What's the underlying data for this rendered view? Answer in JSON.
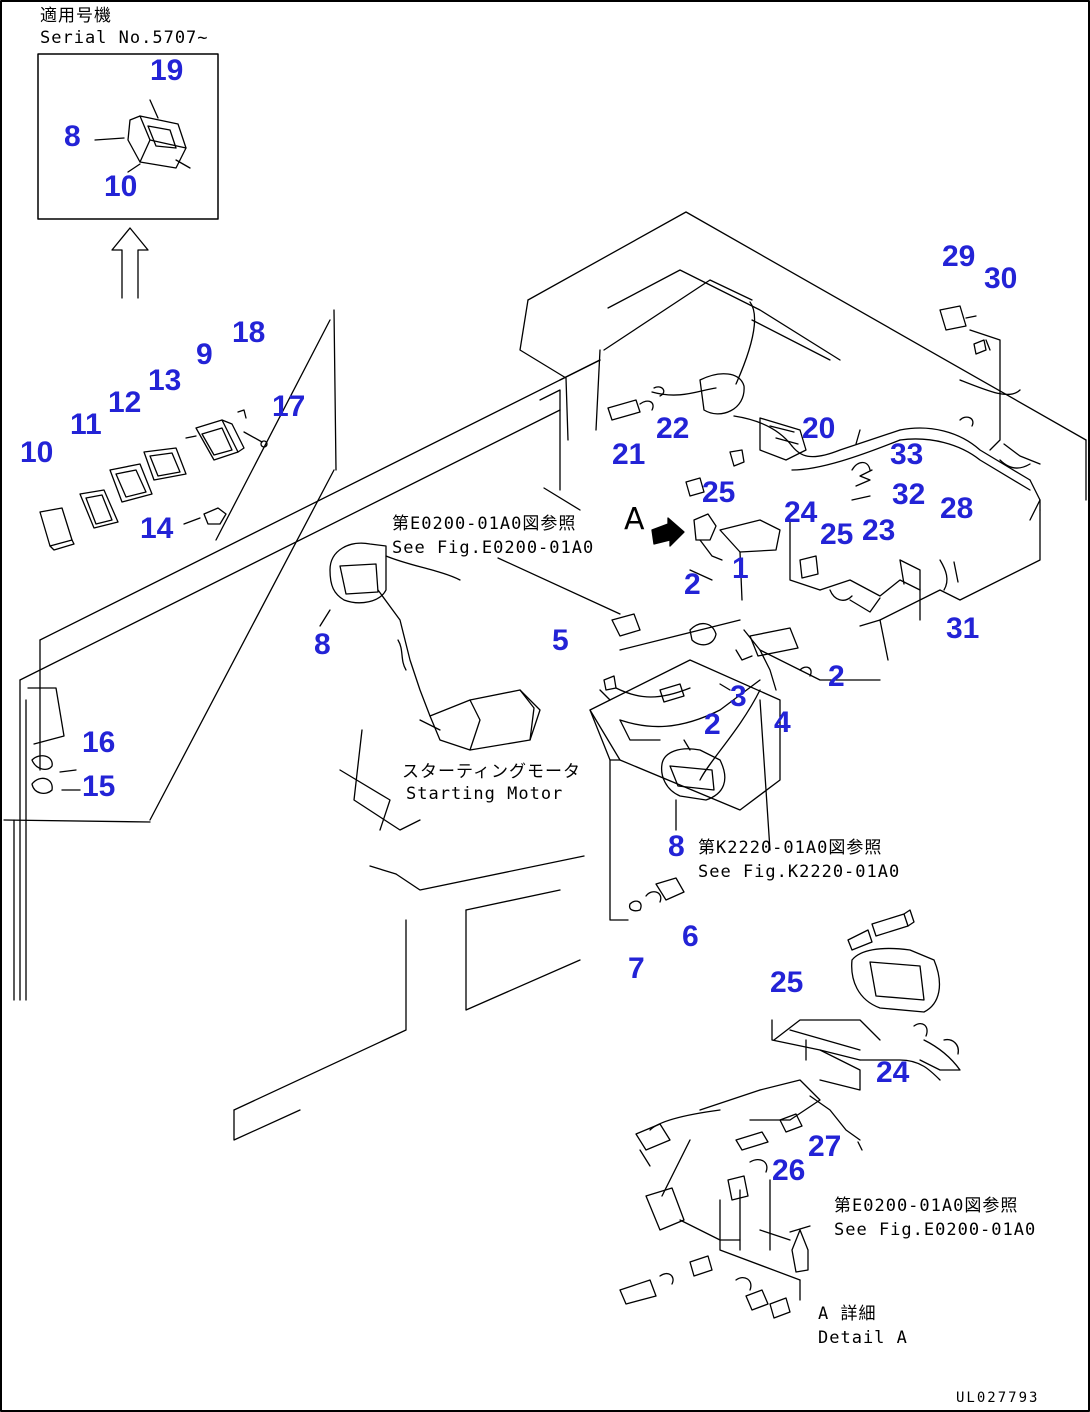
{
  "inset": {
    "header_jp": "適用号機",
    "header_en": "Serial No.5707~"
  },
  "callouts": {
    "c19_inset": "19",
    "c8_inset": "8",
    "c10_inset": "10",
    "c9": "9",
    "c18": "18",
    "c17": "17",
    "c13": "13",
    "c12": "12",
    "c11": "11",
    "c10": "10",
    "c14": "14",
    "c16": "16",
    "c15": "15",
    "c8_left": "8",
    "c5": "5",
    "c3": "3",
    "c4": "4",
    "c2_a": "2",
    "c2_b": "2",
    "c2_c": "2",
    "c1": "1",
    "c21": "21",
    "c22": "22",
    "c25_a": "25",
    "c20": "20",
    "c33": "33",
    "c32": "32",
    "c28": "28",
    "c24_a": "24",
    "c25_b": "25",
    "c23": "23",
    "c31": "31",
    "c29": "29",
    "c30": "30",
    "c8_center": "8",
    "c6": "6",
    "c7": "7",
    "c25_c": "25",
    "c24_b": "24",
    "c27": "27",
    "c26": "26"
  },
  "notes": {
    "ref_e0200_top": {
      "jp": "第E0200-01A0図参照",
      "en": "See Fig.E0200-01A0"
    },
    "starting_motor": {
      "jp": "スターティングモータ",
      "en": "Starting Motor"
    },
    "ref_k2220": {
      "jp": "第K2220-01A0図参照",
      "en": "See Fig.K2220-01A0"
    },
    "ref_e0200_bottom": {
      "jp": "第E0200-01A0図参照",
      "en": "See Fig.E0200-01A0"
    },
    "detail_a": {
      "jp": "A 詳細",
      "en": "Detail A"
    }
  },
  "view_marker": "A",
  "drawing_code": "UL027793",
  "colors": {
    "callout": "#2323d6",
    "line": "#000000"
  }
}
